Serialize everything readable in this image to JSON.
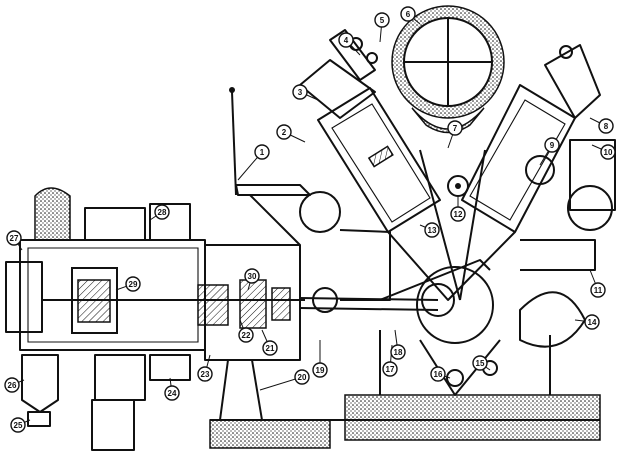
{
  "figure": {
    "callouts": [
      {
        "label": "1"
      },
      {
        "label": "2"
      },
      {
        "label": "3"
      },
      {
        "label": "4"
      },
      {
        "label": "5"
      },
      {
        "label": "6"
      },
      {
        "label": "7"
      },
      {
        "label": "8"
      },
      {
        "label": "9"
      },
      {
        "label": "10"
      },
      {
        "label": "11"
      },
      {
        "label": "12"
      },
      {
        "label": "13"
      },
      {
        "label": "14"
      },
      {
        "label": "15"
      },
      {
        "label": "16"
      },
      {
        "label": "17"
      },
      {
        "label": "18"
      },
      {
        "label": "19"
      },
      {
        "label": "20"
      },
      {
        "label": "21"
      },
      {
        "label": "22"
      },
      {
        "label": "23"
      },
      {
        "label": "24"
      },
      {
        "label": "25"
      },
      {
        "label": "26"
      },
      {
        "label": "27"
      },
      {
        "label": "28"
      },
      {
        "label": "29"
      },
      {
        "label": "30"
      }
    ]
  }
}
